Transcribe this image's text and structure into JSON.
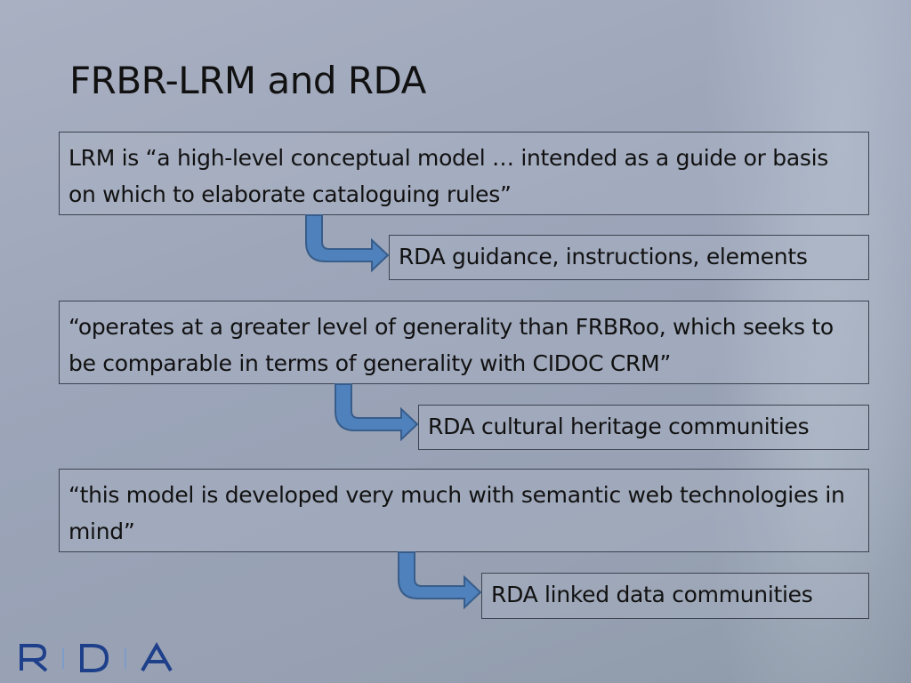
{
  "slide": {
    "title": "FRBR-LRM and RDA",
    "blocks": [
      {
        "quote": "LRM is “a high-level conceptual model … intended as a guide or basis on which to elaborate cataloguing rules”",
        "target": "RDA guidance, instructions, elements"
      },
      {
        "quote": "“operates at a greater level of generality than FRBRoo, which seeks to be comparable in terms of generality with CIDOC CRM”",
        "target": "RDA cultural heritage communities"
      },
      {
        "quote": "“this model is developed very much with semantic web technologies in mind”",
        "target": "RDA linked data communities"
      }
    ],
    "logo_text": "RDA"
  },
  "colors": {
    "arrow_fill": "#4f81bd",
    "arrow_stroke": "#385d8a",
    "logo": "#1e3f8a"
  }
}
